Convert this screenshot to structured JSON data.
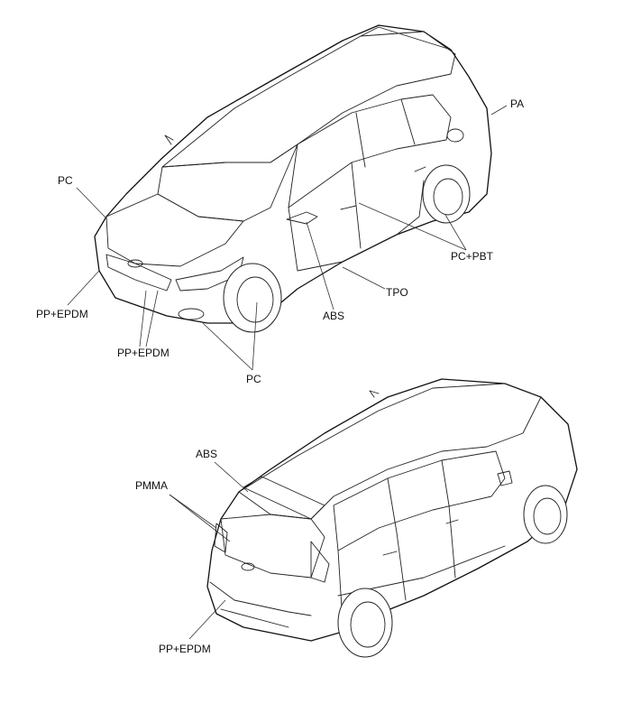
{
  "diagram": {
    "front_view_labels": [
      "PA",
      "PC",
      "PC+PBT",
      "TPO",
      "PP+EPDM",
      "ABS",
      "PP+EPDM",
      "PC"
    ],
    "rear_view_labels": [
      "ABS",
      "PMMA",
      "PP+EPDM"
    ],
    "line_color": "#222222",
    "background": "#ffffff"
  }
}
